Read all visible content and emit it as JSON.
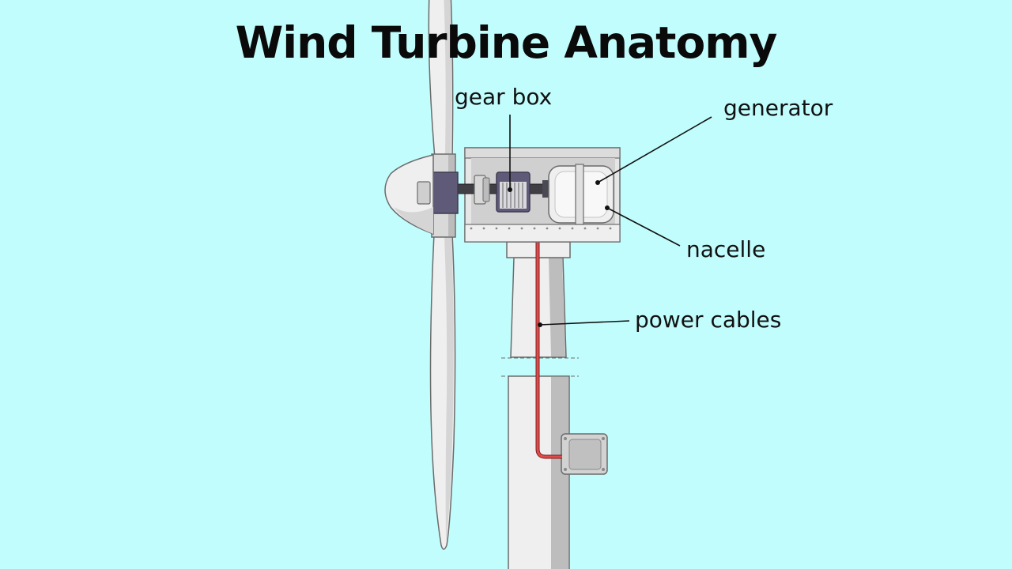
{
  "title": "Wind Turbine Anatomy",
  "labels": {
    "gear_box": "gear box",
    "generator": "generator",
    "nacelle": "nacelle",
    "power_cables": "power cables"
  },
  "colors": {
    "background": "#c2fdfd",
    "turbine_body": "#efefef",
    "turbine_shadow": "#bdbdbd",
    "outline": "#6b6b6b",
    "gearbox": "#5f5a78",
    "hub_block": "#5f5a78",
    "power_cable": "#d83a3a",
    "text": "#111111"
  }
}
